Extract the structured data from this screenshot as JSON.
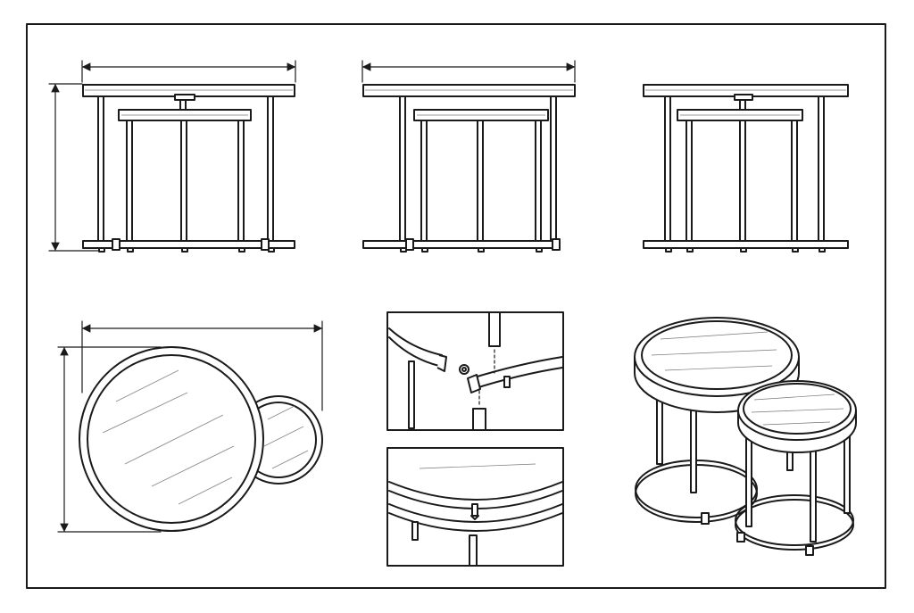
{
  "drawing": {
    "views": [
      {
        "id": "front-view",
        "kind": "elevation"
      },
      {
        "id": "side-view",
        "kind": "elevation"
      },
      {
        "id": "back-view",
        "kind": "elevation"
      },
      {
        "id": "top-view",
        "kind": "plan"
      },
      {
        "id": "assembly-detail-joint",
        "kind": "detail"
      },
      {
        "id": "assembly-detail-screw",
        "kind": "detail"
      },
      {
        "id": "perspective-view",
        "kind": "isometric"
      }
    ],
    "colors": {
      "line": "#1a1a1a",
      "paper": "#ffffff",
      "grain": "#777777"
    }
  }
}
